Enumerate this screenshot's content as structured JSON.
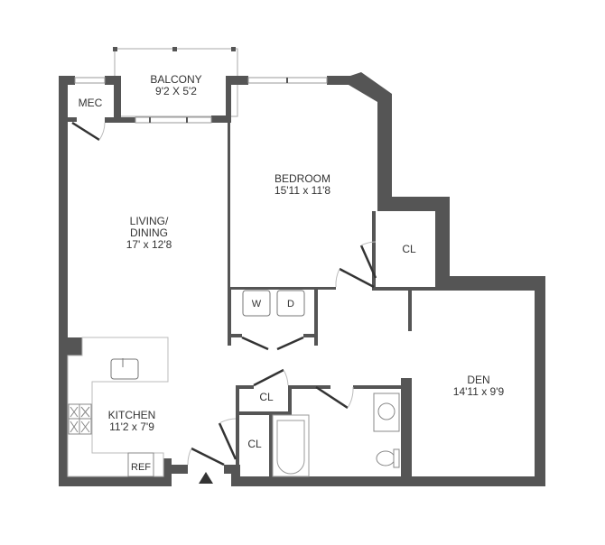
{
  "floorplan": {
    "wall_color": "#555555",
    "line_color": "#999999",
    "background": "#ffffff",
    "rooms": [
      {
        "id": "balcony",
        "name": "BALCONY",
        "dims": "9'2 X 5'2"
      },
      {
        "id": "mec",
        "name": "MEC",
        "dims": ""
      },
      {
        "id": "bedroom",
        "name": "BEDROOM",
        "dims": "15'11 x 11'8"
      },
      {
        "id": "living",
        "name": "LIVING/",
        "name2": "DINING",
        "dims": "17' x 12'8"
      },
      {
        "id": "kitchen",
        "name": "KITCHEN",
        "dims": "11'2 x 7'9"
      },
      {
        "id": "den",
        "name": "DEN",
        "dims": "14'11 x 9'9"
      },
      {
        "id": "bedroom_closet",
        "name": "CL",
        "dims": ""
      },
      {
        "id": "hall_closet_upper",
        "name": "CL",
        "dims": ""
      },
      {
        "id": "hall_closet_lower",
        "name": "CL",
        "dims": ""
      }
    ],
    "fixtures": {
      "washer": "W",
      "dryer": "D",
      "refrigerator": "REF"
    },
    "entry_marker": "▲"
  }
}
